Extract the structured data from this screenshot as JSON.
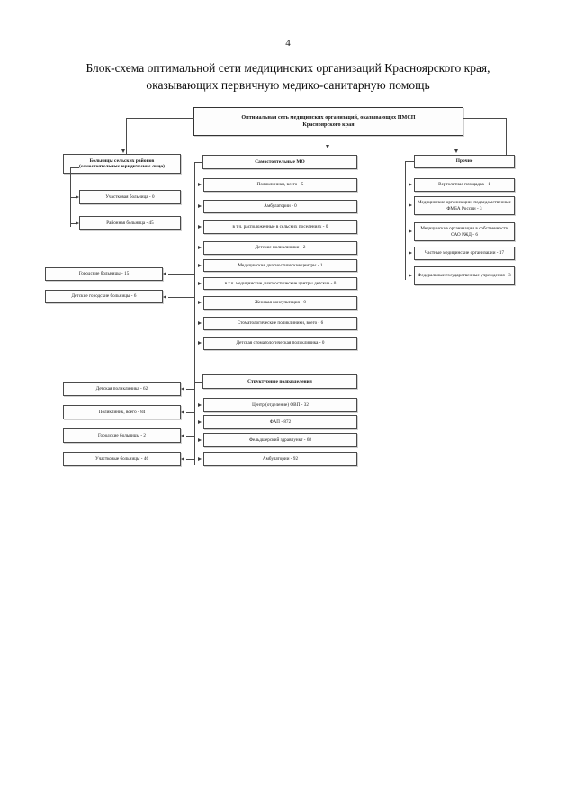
{
  "page": {
    "number": "4",
    "title_line1": "Блок-схема оптимальной сети медицинских организаций Красноярского края,",
    "title_line2": "оказывающих первичную медико-санитарную помощь"
  },
  "diagram": {
    "root": {
      "line1": "Оптимальная сеть медицинских организаций, оказывающих ПМСП",
      "line2": "Красноярского края"
    },
    "branch_rural": {
      "header_line1": "Больницы сельских районов",
      "header_line2": "(самостоятельные юридические лица)",
      "items": [
        "Участковая больница - 0",
        "Районная больница - 45"
      ]
    },
    "branch_independent": {
      "header": "Самостоятельные МО",
      "items": [
        "Поликлиники, всего - 5",
        "Амбулатории - 0",
        "в т.ч. расположенные в сельских поселениях - 0",
        "Детские поликлиники - 2",
        "Медицинские диагностические центры - 1",
        "в т.ч. медицинские диагностические центры детские - 0",
        "Женская консультация - 0",
        "Стоматологические поликлиники, всего - 6",
        "Детская стоматологическая поликлиника - 0"
      ]
    },
    "branch_other": {
      "header": "Прочие",
      "items": [
        "Вертолетная площадка - 1",
        "Медицинские организации, подведомственные ФМБА России - 3",
        "Медицинские организации в собственности ОАО РЖД - 6",
        "Частные медицинские организации - 17",
        "Федеральные государственные учреждения - 3"
      ]
    },
    "city_hospitals": [
      "Городские больницы - 15",
      "Детские городские больницы - 6"
    ],
    "branch_units": {
      "header": "Структурные подразделения",
      "items": [
        "Центр (отделение) ОВП - 32",
        "ФАП - 872",
        "Фельдшерский здравпункт - 68",
        "Амбулатории - 92"
      ]
    },
    "units_left": [
      "Детская поликлиника - 62",
      "Поликлиник, всего - 84",
      "Городские больницы - 2",
      "Участковые больницы - 46"
    ]
  }
}
